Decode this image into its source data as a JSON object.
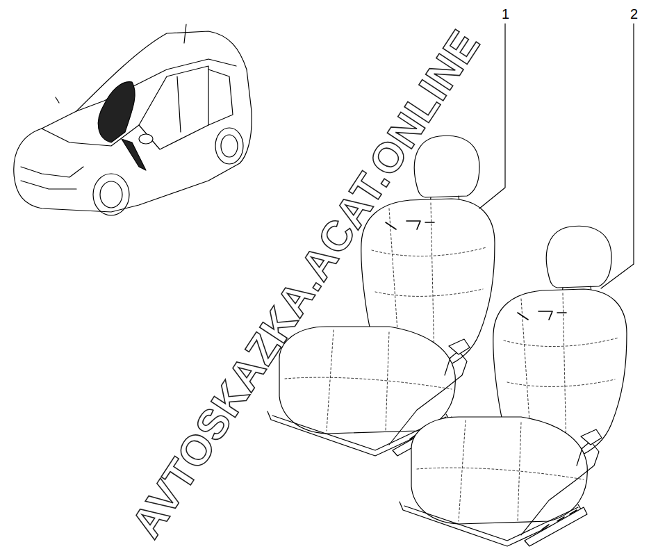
{
  "diagram": {
    "labels": [
      "1",
      "2",
      "AVTOSKAZKA.ACAT.ONLINE"
    ]
  }
}
